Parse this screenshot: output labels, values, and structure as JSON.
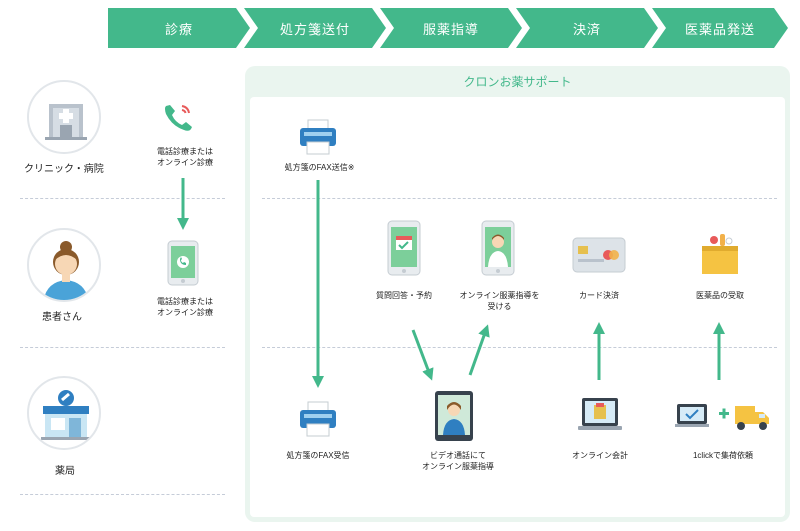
{
  "steps": [
    "診療",
    "処方箋送付",
    "服薬指導",
    "決済",
    "医薬品発送"
  ],
  "panel_title": "クロンお薬サポート",
  "actors": {
    "clinic": "クリニック・病院",
    "patient": "患者さん",
    "pharmacy": "薬局"
  },
  "nodes": {
    "phone_consult": [
      "電話診療または",
      "オンライン診療"
    ],
    "smartphone_consult": [
      "電話診療または",
      "オンライン診療"
    ],
    "fax_send": "処方箋のFAX送信※",
    "questionnaire": "質問回答・予約",
    "online_guidance": [
      "オンライン服薬指導を",
      "受ける"
    ],
    "card_payment": "カード決済",
    "medicine_receive": "医薬品の受取",
    "fax_receive": "処方箋のFAX受信",
    "video_call": [
      "ビデオ通話にて",
      "オンライン服薬指導"
    ],
    "online_accounting": "オンライン会計",
    "one_click": "1clickで集荷依頼"
  },
  "colors": {
    "accent": "#43b88b",
    "panel_bg": "#eaf5ef",
    "arrow": "#43b88b"
  }
}
